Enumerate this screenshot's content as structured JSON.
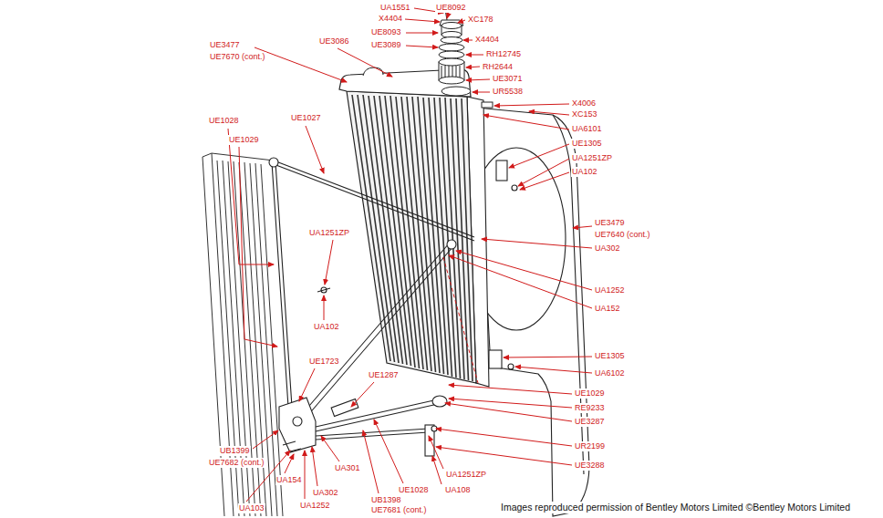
{
  "diagram": {
    "labels": [
      "UA1551",
      "UE8092",
      "X4404",
      "XC178",
      "UE8093",
      "X4404",
      "UE3089",
      "RH12745",
      "UE3477",
      "UE7670 (cont.)",
      "UE3086",
      "RH2644",
      "UE3071",
      "UR5538",
      "X4006",
      "XC153",
      "UE1028",
      "UE1027",
      "UA6101",
      "UE1029",
      "UE1305",
      "UA1251ZP",
      "UA102",
      "UE3479",
      "UA1251ZP",
      "UE7640 (cont.)",
      "UA302",
      "UA1252",
      "UA152",
      "UA102",
      "UE1305",
      "UE1723",
      "UA6102",
      "UE1287",
      "UE1029",
      "RE9233",
      "UE3287",
      "UR2199",
      "UB1399",
      "UE7682 (cont.)",
      "UE3288",
      "UA301",
      "UA1251ZP",
      "UA154",
      "UE1028",
      "UA108",
      "UA302",
      "UB1398",
      "UA1252",
      "UA103",
      "UE7681 (cont.)",
      "Images reproduced permission of Bentley Motors Limited ©Bentley Motors Limited"
    ]
  }
}
